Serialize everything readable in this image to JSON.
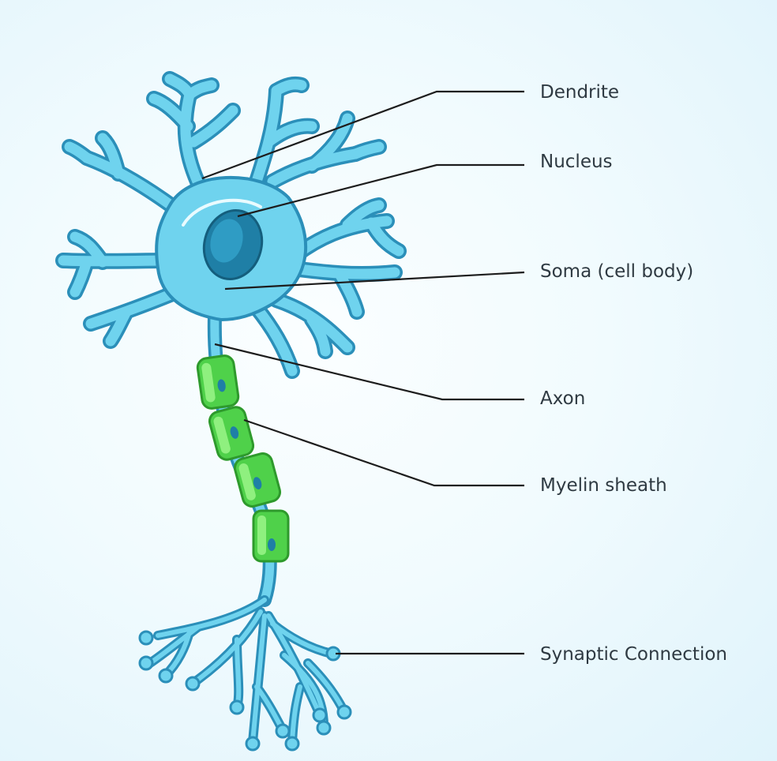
{
  "labels": {
    "dendrite": "Dendrite",
    "nucleus": "Nucleus",
    "soma": "Soma (cell body)",
    "axon": "Axon",
    "myelin": "Myelin sheath",
    "synapse": "Synaptic Connection"
  },
  "colors": {
    "cell_fill": "#6fd3ee",
    "cell_stroke": "#2b8fb9",
    "nucleus": "#1f7fa6",
    "myelin": "#4fd14a",
    "myelin_stroke": "#2e9a2c",
    "leader_line": "#1d1d1d"
  }
}
